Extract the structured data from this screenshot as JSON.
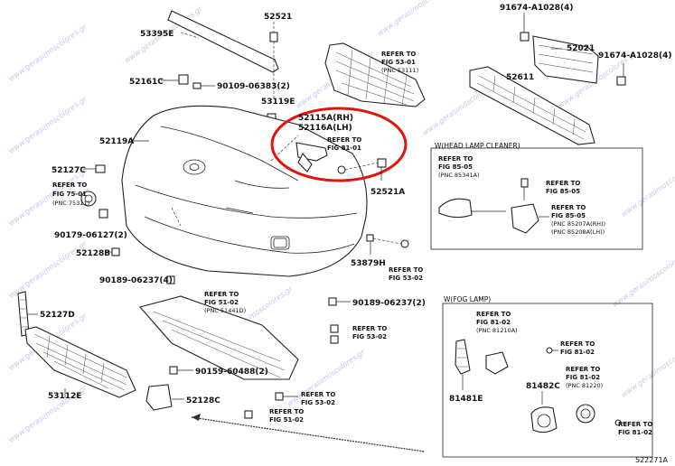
{
  "labels": {
    "p53395E": "53395E",
    "p52521": "52521",
    "p52161C": "52161C",
    "p90109": "90109-06383(2)",
    "p53119E": "53119E",
    "p52119A": "52119A",
    "p52115A": "52115A(RH)",
    "p52116A": "52116A(LH)",
    "p52127C": "52127C",
    "p52521A": "52521A",
    "p90179": "90179-06127(2)",
    "p52128B": "52128B",
    "p53879H": "53879H",
    "p90189a": "90189-06237(4)",
    "p90189b": "90189-06237(2)",
    "p52127D": "52127D",
    "p53112E": "53112E",
    "p90159": "90159-60488(2)",
    "p52128C": "52128C",
    "p91674a": "91674-A1028(4)",
    "p52021": "52021",
    "p91674b": "91674-A1028(4)",
    "p52611": "52611",
    "p81481E": "81481E",
    "p81482C": "81482C",
    "diagram_id": "522271A"
  },
  "refs": {
    "r53_01": [
      "REFER TO",
      "FIG 53-01",
      "(PNC 53111)"
    ],
    "r81_01": [
      "REFER TO",
      "FIG 81-01"
    ],
    "r75_01": [
      "REFER TO",
      "FIG 75-01",
      "(PNC 75311)"
    ],
    "r53_02a": [
      "REFER TO",
      "FIG 53-02"
    ],
    "r51_02a": [
      "REFER TO",
      "FIG 51-02",
      "(PNC 51441D)"
    ],
    "r53_02b": [
      "REFER TO",
      "FIG 53-02"
    ],
    "r53_02c": [
      "REFER TO",
      "FIG 53-02"
    ],
    "r51_02b": [
      "REFER TO",
      "FIG 51-02"
    ],
    "hl_85_05a": [
      "REFER TO",
      "FIG 85-05",
      "(PNC 85341A)"
    ],
    "hl_85_05b": [
      "REFER TO",
      "FIG 85-05"
    ],
    "hl_85_05c": [
      "REFER TO",
      "FIG 85-05",
      "(PNC 85207A(RH))",
      "(PNC 85208A(LH))"
    ],
    "fog_81_02a": [
      "REFER TO",
      "FIG 81-02",
      "(PNC 81210A)"
    ],
    "fog_81_02b": [
      "REFER TO",
      "FIG 81-02"
    ],
    "fog_81_02c": [
      "REFER TO",
      "FIG 81-02",
      "(PNC 81220)"
    ],
    "fog_81_02d": [
      "REFER TO",
      "FIG 81-02"
    ]
  },
  "boxes": {
    "head_lamp_cleaner": "W(HEAD LAMP CLEANER)",
    "fog_lamp": "W(FOG LAMP)"
  },
  "watermark": "www.gerasimoscolores.gr",
  "colors": {
    "highlight": "#e3120b",
    "line": "#222222",
    "watermark": "#c9c3ee"
  }
}
